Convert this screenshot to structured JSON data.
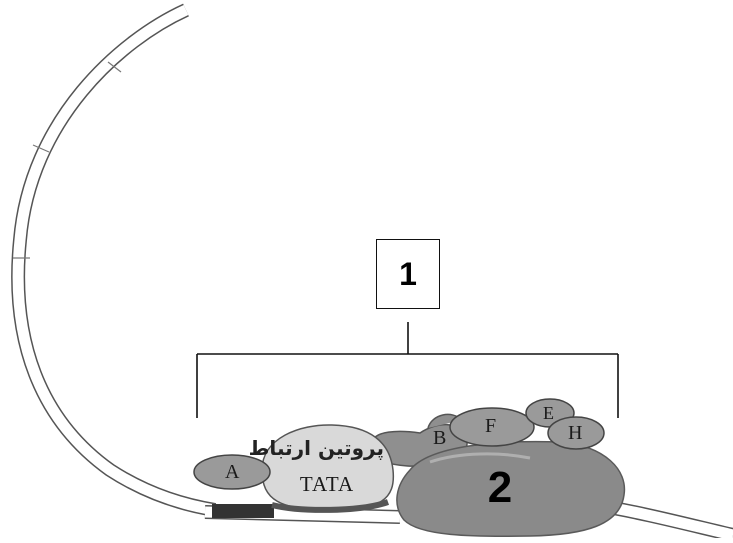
{
  "labels": {
    "box": "1",
    "complex_number": "2",
    "tata_persian": "پروتین ارتباط",
    "tata": "TATA",
    "factor_a": "A",
    "factor_b": "B",
    "factor_f": "F",
    "factor_e": "E",
    "factor_h": "H"
  }
}
